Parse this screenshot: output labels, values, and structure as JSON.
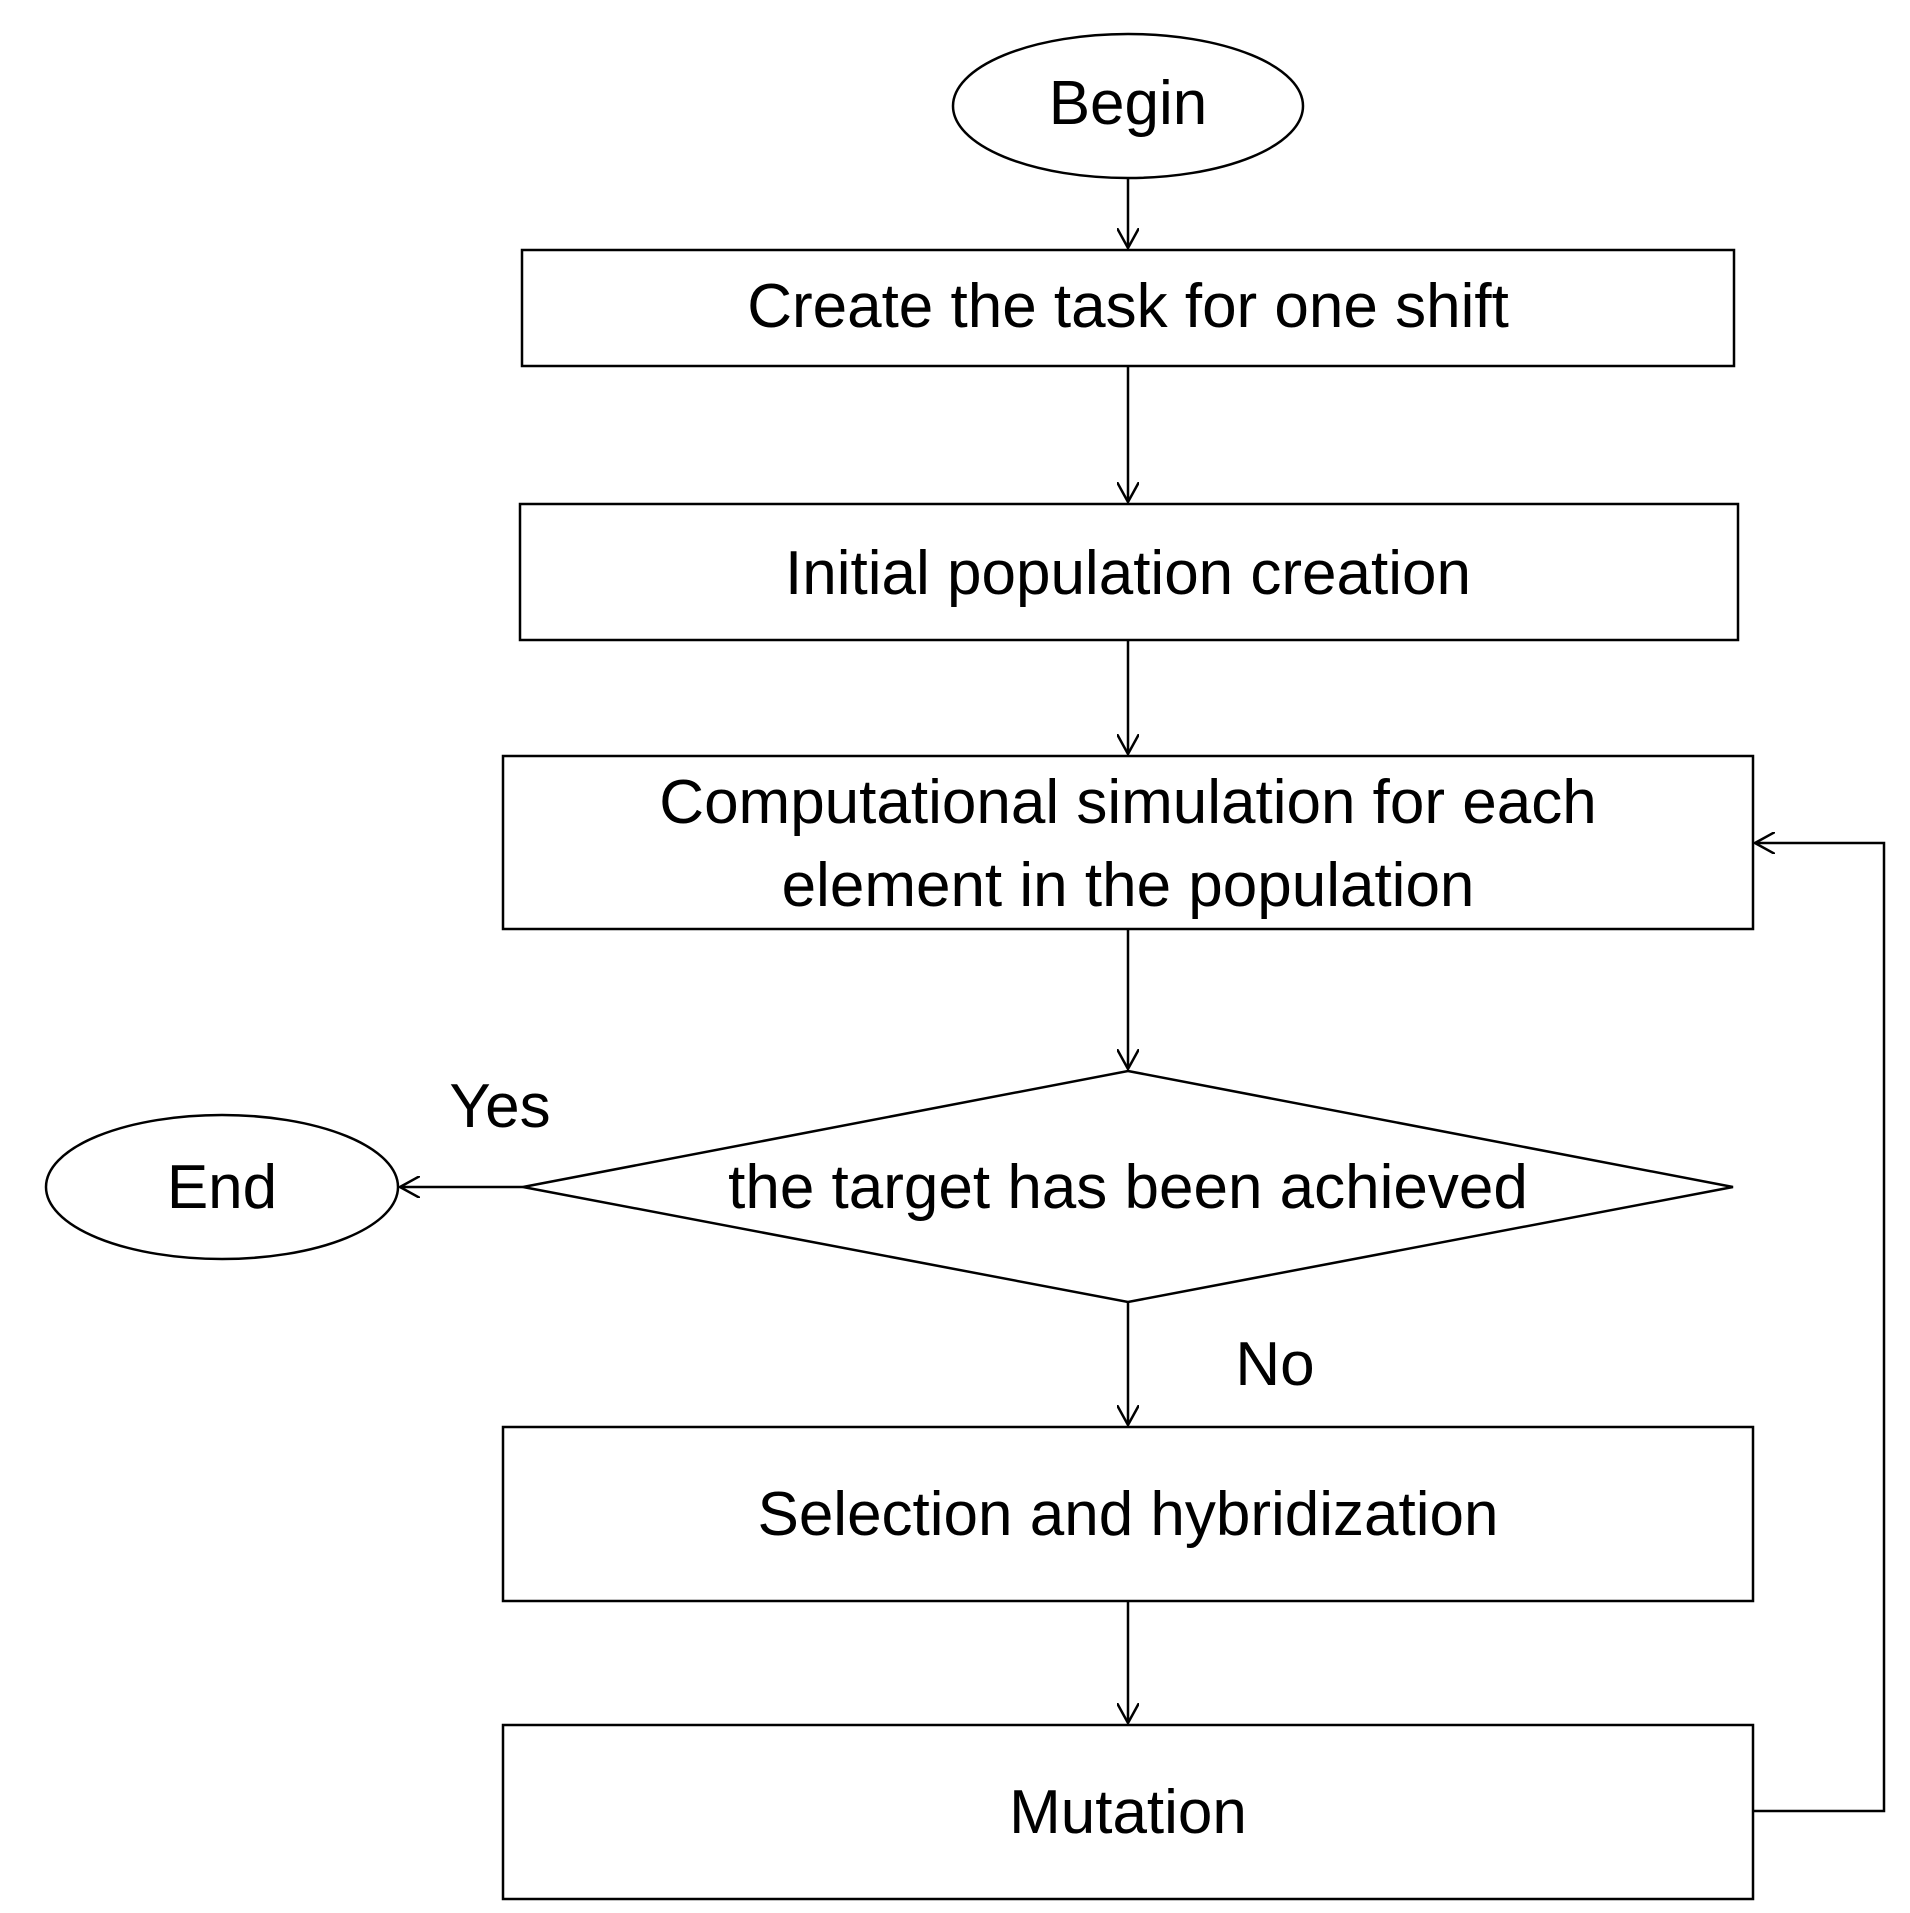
{
  "nodes": {
    "begin": "Begin",
    "create_task": "Create the task for one shift",
    "initial_population": "Initial population creation",
    "simulation_line1": "Computational simulation for each",
    "simulation_line2": "element in the population",
    "decision": "the target has been achieved",
    "end": "End",
    "selection": "Selection and hybridization",
    "mutation": "Mutation"
  },
  "edge_labels": {
    "yes": "Yes",
    "no": "No"
  },
  "colors": {
    "stroke": "#000000",
    "fill": "#ffffff",
    "text": "#000000"
  }
}
